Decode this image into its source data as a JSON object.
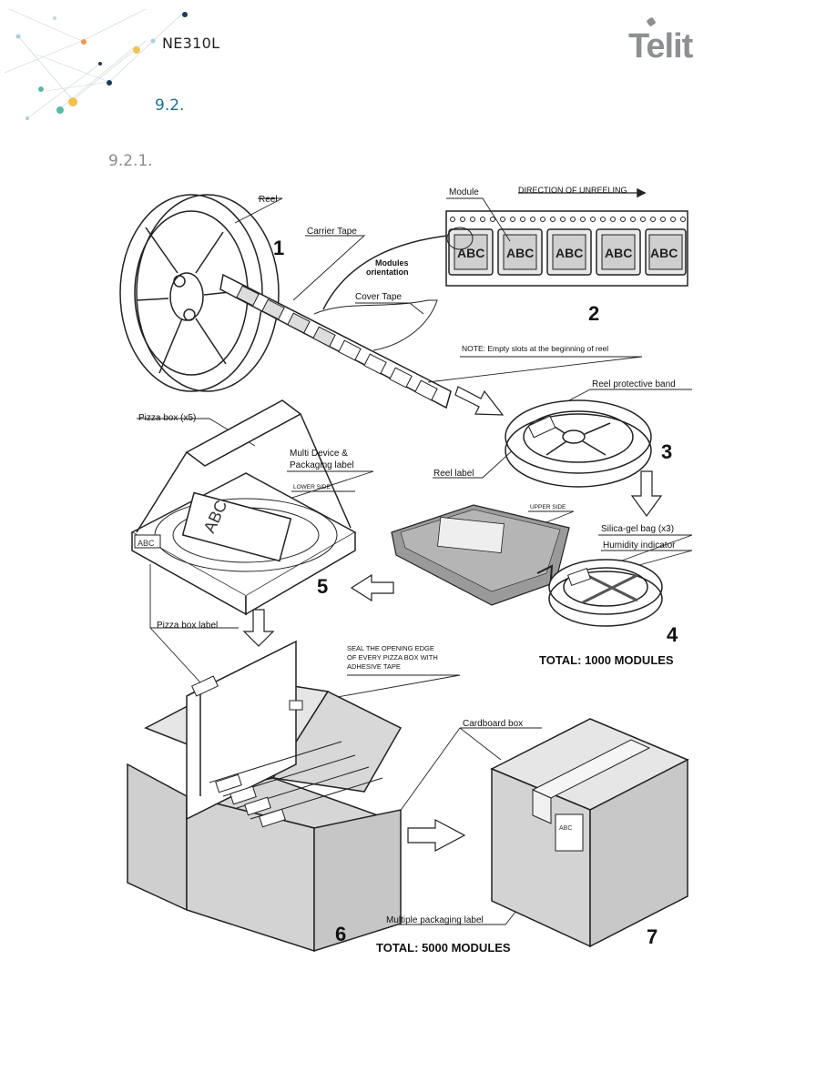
{
  "header": {
    "model": "NE310L",
    "section": "9.2.",
    "subsection": "9.2.1.",
    "logo": "Telit"
  },
  "figure": {
    "reel": "Reel",
    "carrier_tape": "Carrier Tape",
    "modules_orientation_1": "Modules",
    "modules_orientation_2": "orientation",
    "cover_tape": "Cover Tape",
    "module": "Module",
    "direction": "DIRECTION OF UNREELING",
    "note": "NOTE: Empty slots at the beginning of reel",
    "reel_band": "Reel protective band",
    "reel_label": "Reel label",
    "pizza_box": "Pizza box (x5)",
    "multi_label_1": "Multi Device &",
    "multi_label_2": "Packaging label",
    "lower_side": "LOWER SIDE",
    "upper_side": "UPPER SIDE",
    "silica": "Silica-gel bag (x3)",
    "humidity": "Humidity indicator",
    "total_1000": "TOTAL: 1000 MODULES",
    "pizza_label": "Pizza box label",
    "seal_1": "SEAL THE OPENING EDGE",
    "seal_2": "OF EVERY PIZZA BOX WITH",
    "seal_3": "ADHESIVE TAPE",
    "cardboard": "Cardboard box",
    "multi_pack_label": "Multiple packaging label",
    "total_5000": "TOTAL: 5000 MODULES",
    "abc": "ABC",
    "steps": [
      "1",
      "2",
      "3",
      "4",
      "5",
      "6",
      "7"
    ]
  }
}
